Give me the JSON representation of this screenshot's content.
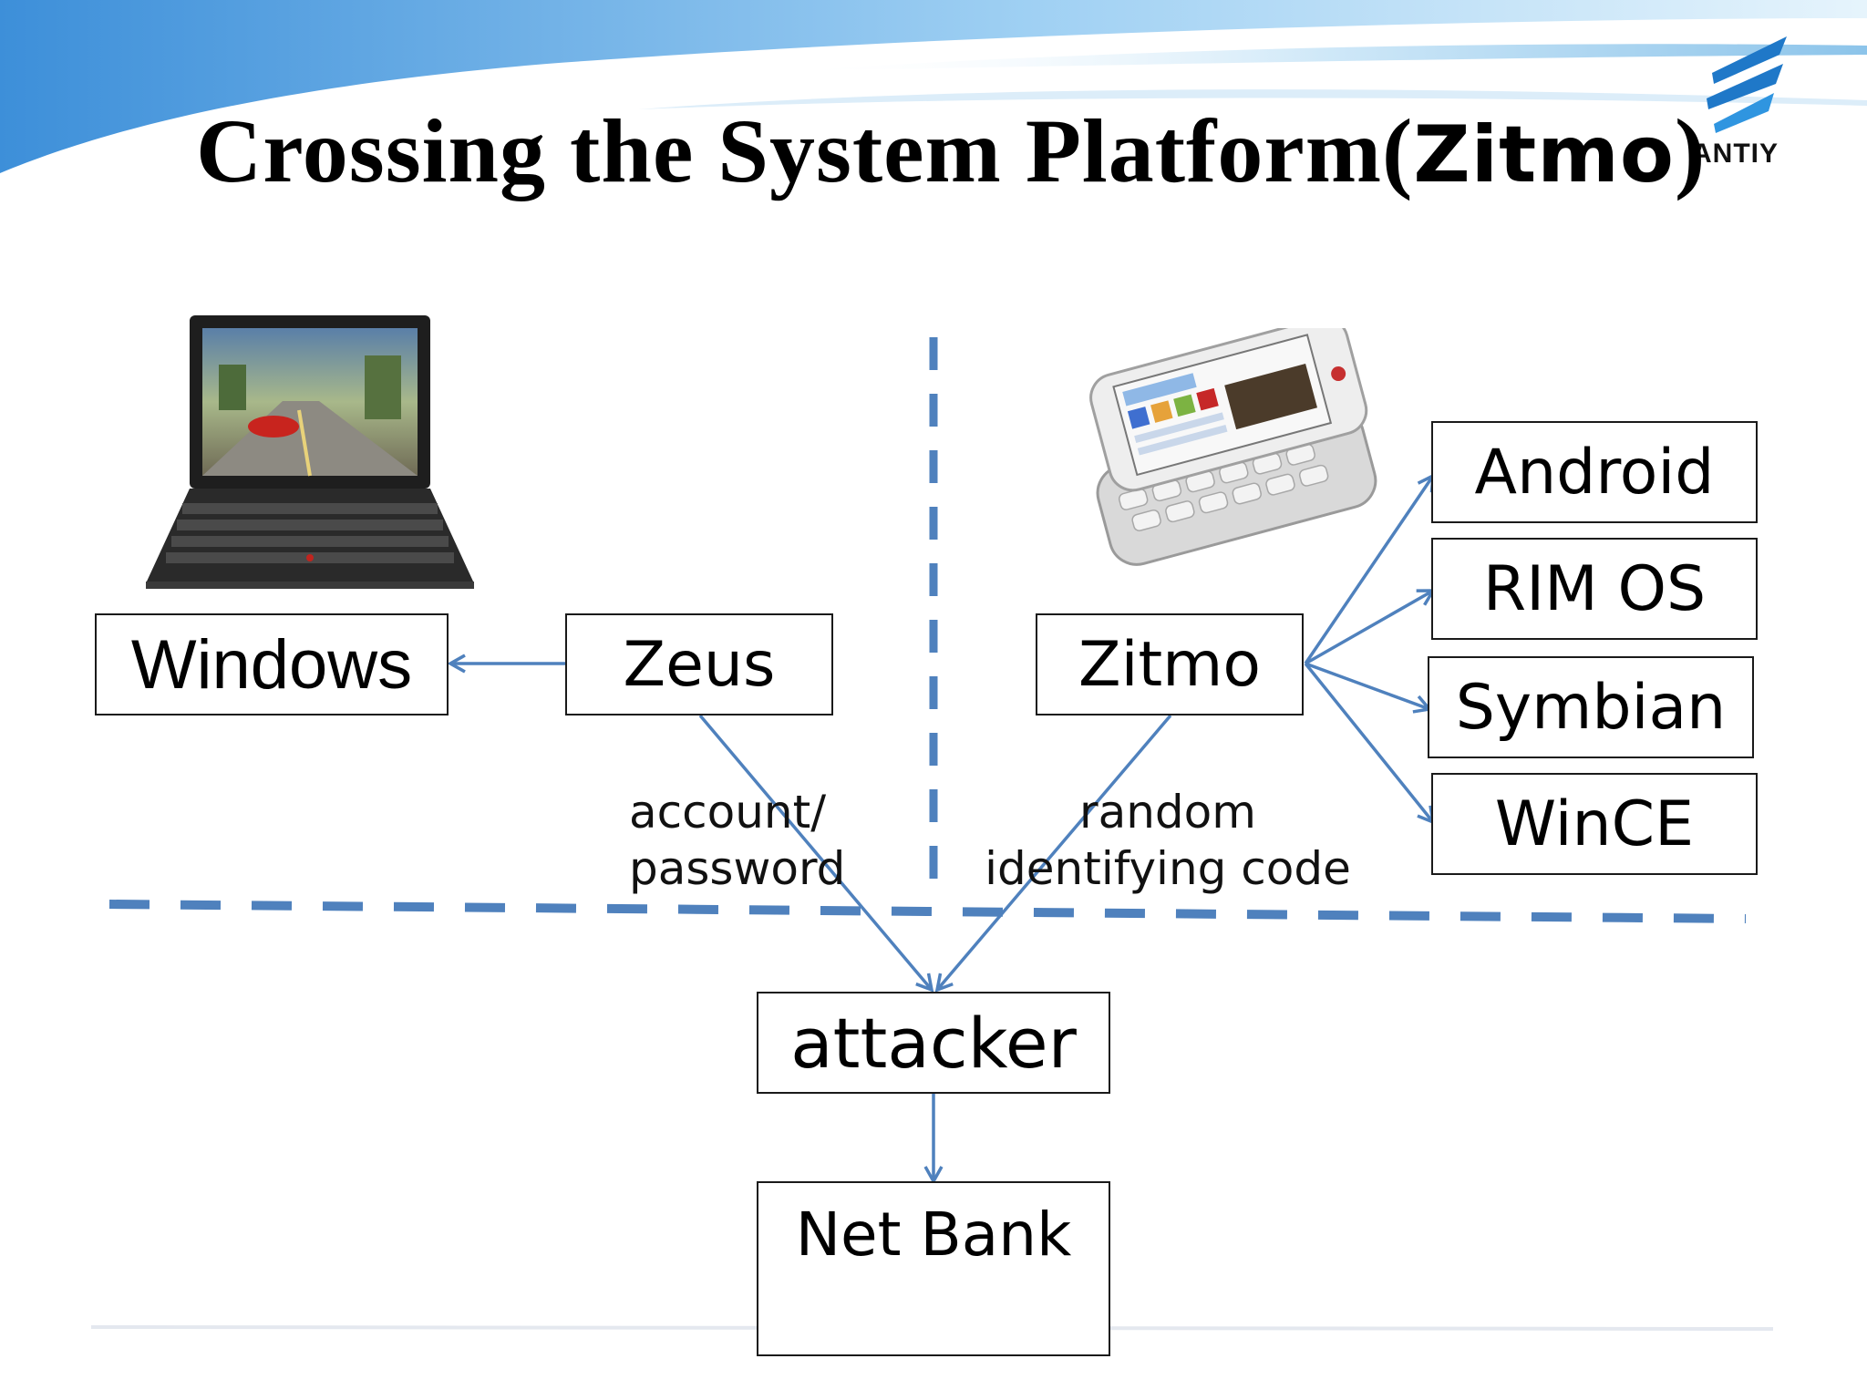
{
  "title": {
    "main": "Crossing the System Platform(",
    "highlight": "Zitmo",
    "close": ")"
  },
  "logo": {
    "text": "ANTIY"
  },
  "nodes": {
    "windows": "Windows",
    "zeus": "Zeus",
    "zitmo": "Zitmo",
    "android": "Android",
    "rim": "RIM OS",
    "symbian": "Symbian",
    "wince": "WinCE",
    "attacker": "attacker",
    "netbank": "Net Bank"
  },
  "edge_labels": {
    "account_line1": "account/",
    "account_line2": "password",
    "random_line1": "random",
    "random_line2": "identifying code"
  },
  "colors": {
    "arrow": "#4f81bd",
    "dash": "#4f81bd",
    "header_blue": "#5ba3e0"
  }
}
